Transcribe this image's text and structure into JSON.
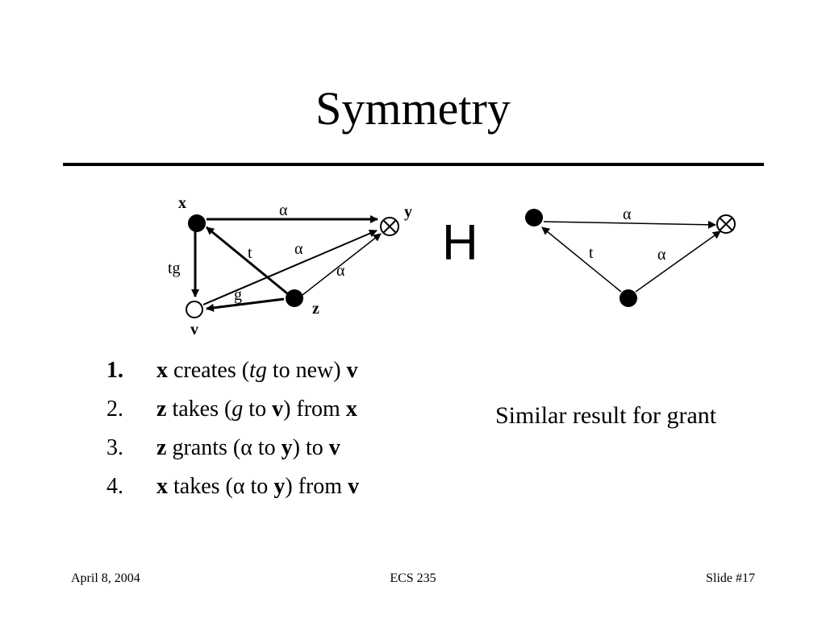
{
  "title": "Symmetry",
  "diagram": {
    "labels": {
      "x": "x",
      "y": "y",
      "z": "z",
      "v": "v",
      "tg": "tg",
      "t_left": "t",
      "alpha_top": "α",
      "alpha_mid": "α",
      "alpha_right": "α",
      "g": "g",
      "separator": "H",
      "alpha_top2": "α",
      "t_right": "t",
      "alpha_right2": "α"
    }
  },
  "steps": [
    {
      "num": "1.",
      "a": "x",
      "b": " creates (",
      "c": "tg",
      "d": " to new) ",
      "e": "v"
    },
    {
      "num": "2.",
      "a": "z",
      "b": " takes (",
      "c": "g",
      "d": " to ",
      "e": "v",
      "f": ") from ",
      "g": "x"
    },
    {
      "num": "3.",
      "a": "z",
      "b": " grants (α to ",
      "c": "y",
      "d": ") to ",
      "e": "v"
    },
    {
      "num": "4.",
      "a": "x",
      "b": " takes (α to ",
      "c": "y",
      "d": ") from ",
      "e": "v"
    }
  ],
  "note": "Similar result for grant",
  "footer": {
    "date": "April 8, 2004",
    "course": "ECS 235",
    "slide": "Slide #17"
  }
}
